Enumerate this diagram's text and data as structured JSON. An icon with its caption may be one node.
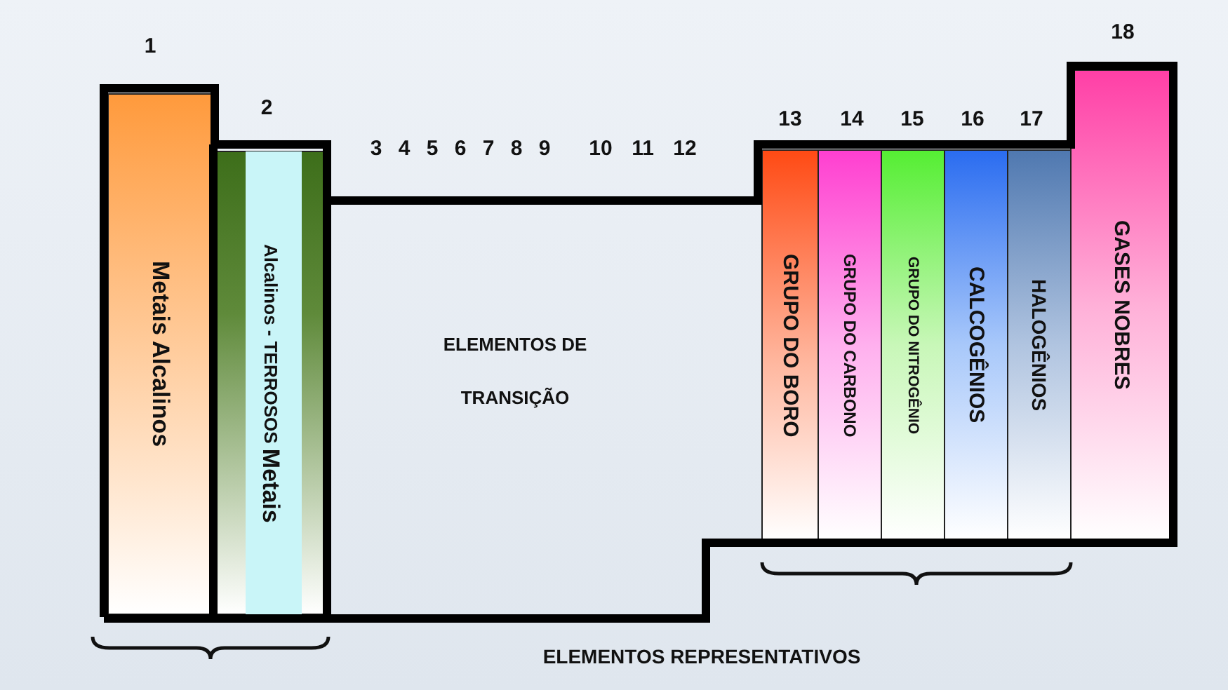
{
  "diagram": {
    "nodes": [
      {
        "text": [
          "Metais Alcalinos"
        ]
      },
      {
        "text": [
          "Alcalinos - TERROSOS **Metais**"
        ]
      },
      {
        "text": [
          "ELEMENTOS DE TRANSIÇÃO"
        ]
      },
      {
        "text": [
          "GRUPO DO BORO"
        ]
      },
      {
        "text": [
          "GRUPO DO CARBONO"
        ]
      },
      {
        "text": [
          "GRUPO DO NITROGÊNIO"
        ]
      },
      {
        "text": [
          "CALCOGÊNIOS"
        ]
      },
      {
        "text": [
          "HALOGÊNIOS"
        ]
      },
      {
        "text": [
          "GASES NOBRES"
        ]
      }
    ],
    "labels": [
      "18",
      "1",
      "2",
      "13",
      "14",
      "15",
      "16",
      "17",
      "3",
      "4",
      "5",
      "6",
      "7",
      "8",
      "9",
      "10",
      "11",
      "12",
      "ELEMENTOS REPRESENTATIVOS"
    ]
  }
}
